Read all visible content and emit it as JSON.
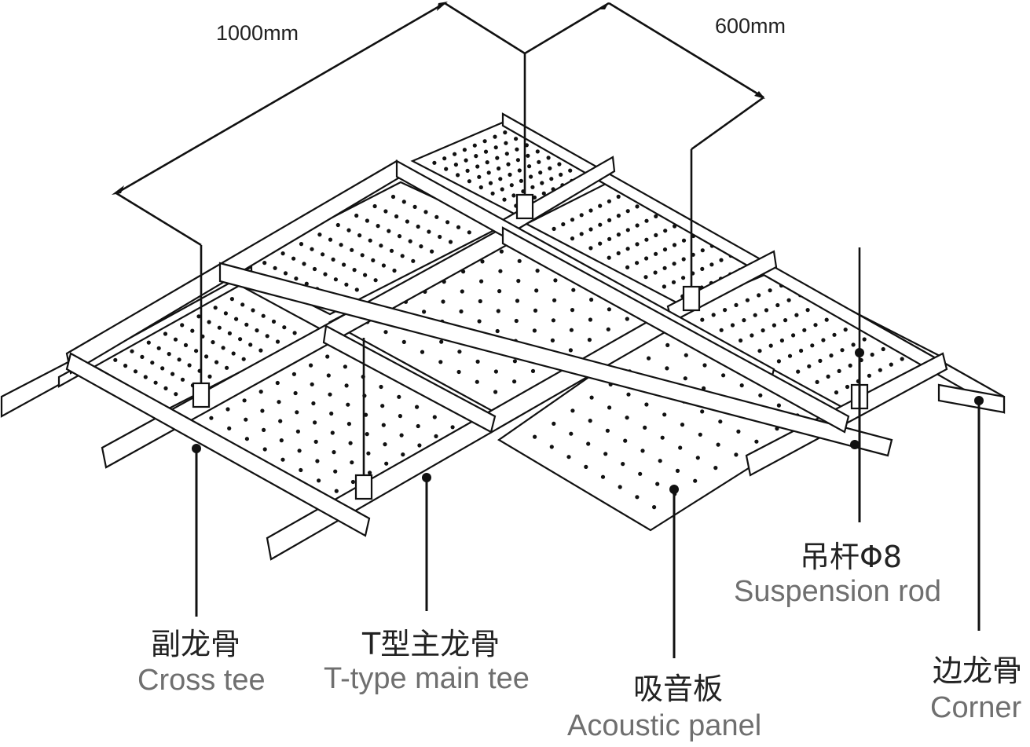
{
  "dimensions": {
    "length": "1000mm",
    "width": "600mm"
  },
  "labels": {
    "cross_tee": {
      "cn": "副龙骨",
      "en": "Cross tee"
    },
    "main_tee": {
      "cn": "T型主龙骨",
      "en": "T-type main tee"
    },
    "acoustic_panel": {
      "cn": "吸音板",
      "en": "Acoustic panel"
    },
    "suspension_rod": {
      "cn": "吊杆Φ8",
      "en": "Suspension rod"
    },
    "corner": {
      "cn": "边龙骨",
      "en": "Corner"
    }
  },
  "colors": {
    "line": "#111111",
    "cn_text": "#222222",
    "en_text": "#6f6f6f",
    "background": "#ffffff"
  }
}
